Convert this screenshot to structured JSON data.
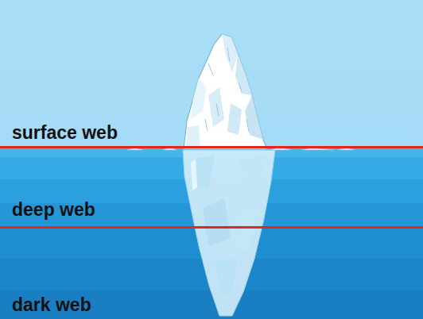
{
  "diagram": {
    "nodes": [
      {
        "text": [
          "surface web"
        ]
      },
      {
        "text": [
          "deep web"
        ]
      },
      {
        "text": [
          "dark web"
        ]
      }
    ]
  }
}
